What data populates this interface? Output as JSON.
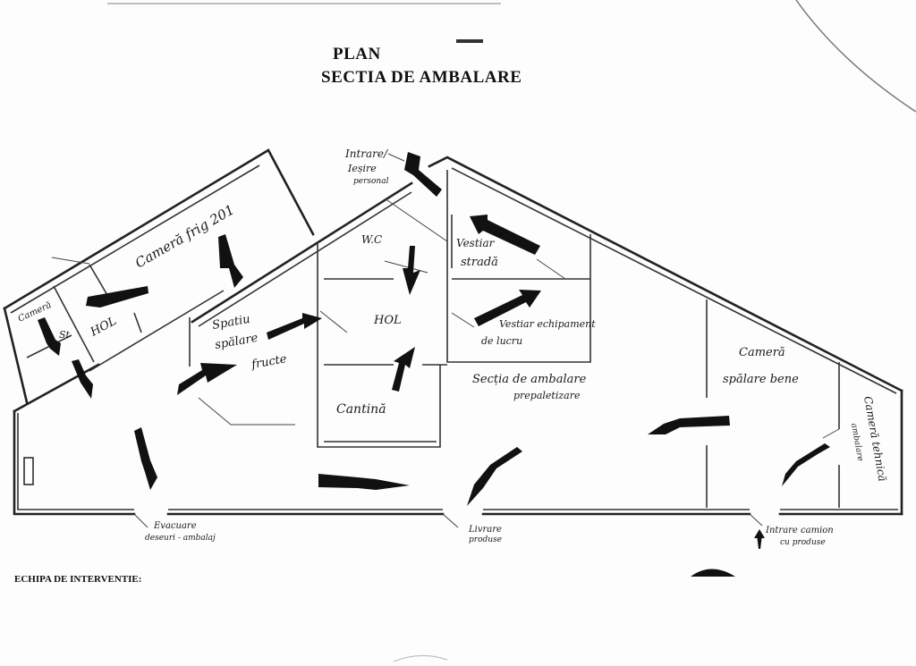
{
  "title": {
    "line1": "PLAN",
    "line2": "SECTIA DE AMBALARE"
  },
  "footer": {
    "team_label": "ECHIPA DE INTERVENTIE:"
  },
  "rooms": {
    "camera_frig": "Cameră frig 201",
    "camera_mic": "Cameră",
    "st": "St",
    "hol_left": "HOL",
    "spatiu_spalare": [
      "Spatiu",
      "spălare",
      "fructe"
    ],
    "wc": "W.C",
    "hol_center": "HOL",
    "cantina": "Cantină",
    "vestiar_strada": [
      "Vestiar",
      "stradă"
    ],
    "vestiar_echipament": [
      "Vestiar echipament",
      "de lucru"
    ],
    "sectia_ambalare": [
      "Secția de ambalare",
      "prepaletizare"
    ],
    "camera_spalare": [
      "Cameră",
      "spălare bene"
    ],
    "camera_tehnica": [
      "Cameră tehnică",
      "ambalare"
    ]
  },
  "labels": {
    "intrare_personal": [
      "Intrare/",
      "Ieșire",
      "personal"
    ],
    "evacuare": [
      "Evacuare",
      "deseuri - ambalaj"
    ],
    "livrare": [
      "Livrare",
      "produse"
    ],
    "intrare_cu_produse": [
      "Intrare camion",
      "cu produse"
    ]
  },
  "icons": {
    "flow_arrow": "flow-arrow-icon",
    "up_arrow": "up-arrow-icon",
    "door_marker": "door-icon"
  }
}
